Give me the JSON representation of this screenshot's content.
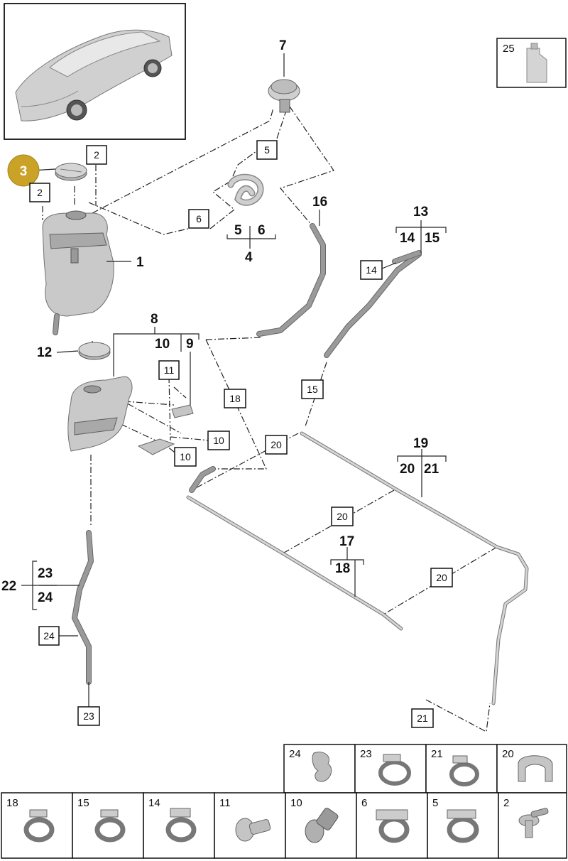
{
  "diagram": {
    "callouts": {
      "c1": "1",
      "c3": "3",
      "c4": "4",
      "c5": "5",
      "c6": "6",
      "c7": "7",
      "c8": "8",
      "c9": "9",
      "c10": "10",
      "c12": "12",
      "c13": "13",
      "c14": "14",
      "c15": "15",
      "c16": "16",
      "c17": "17",
      "c18": "18",
      "c19": "19",
      "c20": "20",
      "c21": "21",
      "c22": "22",
      "c23": "23",
      "c24": "24"
    },
    "boxed": {
      "b2a": "2",
      "b2b": "2",
      "b5": "5",
      "b6": "6",
      "b11": "11",
      "b10a": "10",
      "b10b": "10",
      "b14": "14",
      "b15": "15",
      "b18": "18",
      "b20a": "20",
      "b20b": "20",
      "b20c": "20",
      "b21": "21",
      "b23": "23",
      "b24": "24",
      "b25": "25"
    },
    "highlight_color": "#c9a227",
    "legend_top_row": [
      "24",
      "23",
      "21",
      "20"
    ],
    "legend_bottom_row": [
      "18",
      "15",
      "14",
      "11",
      "10",
      "6",
      "5",
      "2"
    ]
  }
}
